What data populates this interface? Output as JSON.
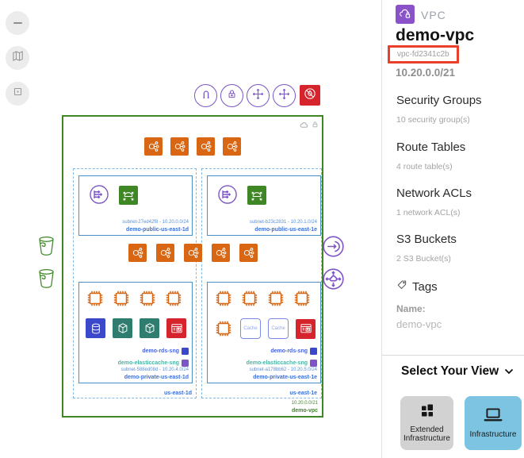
{
  "canvas": {
    "controls": [
      "zoom-out",
      "fit-view",
      "center-view"
    ],
    "toolbar": [
      "magnet",
      "lock",
      "move",
      "move",
      "flame-off"
    ]
  },
  "diagram": {
    "vpc": {
      "cidr": "10.20.0.0/21",
      "name": "demo-vpc"
    },
    "counts": {
      "top_load_balancers": 4,
      "mid_load_balancers": 5,
      "instances_row": 4,
      "s3_buckets": 2
    },
    "cache_box_label": "Cache",
    "azs": [
      {
        "label": "us-east-1d",
        "public_subnet": {
          "meta": "subnet-27ed42f8 - 10.20.0.0/24",
          "name": "demo-public-us-east-1d"
        },
        "private_subnet": {
          "rds_group": "demo-rds-sng",
          "cache_group": "demo-elasticcache-sng",
          "meta": "subnet-588ed08d - 10.20.4.0/24",
          "name": "demo-private-us-east-1d"
        }
      },
      {
        "label": "us-east-1e",
        "public_subnet": {
          "meta": "subnet-b23c2831 - 10.20.1.0/24",
          "name": "demo-public-us-east-1e"
        },
        "private_subnet": {
          "rds_group": "demo-rds-sng",
          "cache_group": "demo-elasticcache-sng",
          "meta": "subnet-a178bb62 - 10.20.5.0/24",
          "name": "demo-private-us-east-1e"
        }
      }
    ]
  },
  "panel": {
    "type_label": "VPC",
    "title": "demo-vpc",
    "vpc_id": "vpc-fd2341c2b",
    "cidr": "10.20.0.0/21",
    "sections": [
      {
        "title": "Security Groups",
        "count": "10 security group(s)"
      },
      {
        "title": "Route Tables",
        "count": "4 route table(s)"
      },
      {
        "title": "Network ACLs",
        "count": "1 network ACL(s)"
      },
      {
        "title": "S3 Buckets",
        "count": "2 S3 Bucket(s)"
      }
    ],
    "tags": {
      "title": "Tags",
      "key": "Name:",
      "value": "demo-vpc"
    },
    "view_selector": {
      "title": "Select Your View",
      "options": [
        "Extended Infrastructure",
        "Infrastructure"
      ],
      "selected": "Infrastructure"
    }
  },
  "colors": {
    "vpc_border": "#3f8624",
    "aws_orange": "#d86613",
    "subnet_border": "#4a90cb",
    "az_border": "#80b9e6",
    "purple": "#7d55c7",
    "red": "#d6242d",
    "highlight_red": "#e8402a",
    "rds_blue": "#3b48cc",
    "elasticache_teal": "#2e7d6e",
    "view_active_blue": "#7cc4e2"
  }
}
